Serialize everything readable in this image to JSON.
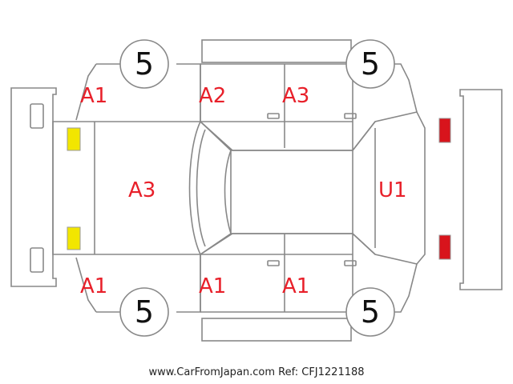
{
  "diagram": {
    "tires": {
      "front_left": "5",
      "front_right": "5",
      "rear_left": "5",
      "rear_right": "5"
    },
    "codes": {
      "left_front_upper": "A1",
      "front_door_upper": "A2",
      "rear_door_upper": "A3",
      "hood": "A3",
      "tailgate": "U1",
      "left_front_lower": "A1",
      "front_door_lower": "A1",
      "rear_door_lower": "A1"
    },
    "colors": {
      "damage_code": "#e8202a",
      "headlight": "#f2e600",
      "taillight": "#d8141c",
      "outline": "#888888"
    }
  },
  "footer": {
    "text": "www.CarFromJapan.com Ref: CFJ1221188"
  }
}
